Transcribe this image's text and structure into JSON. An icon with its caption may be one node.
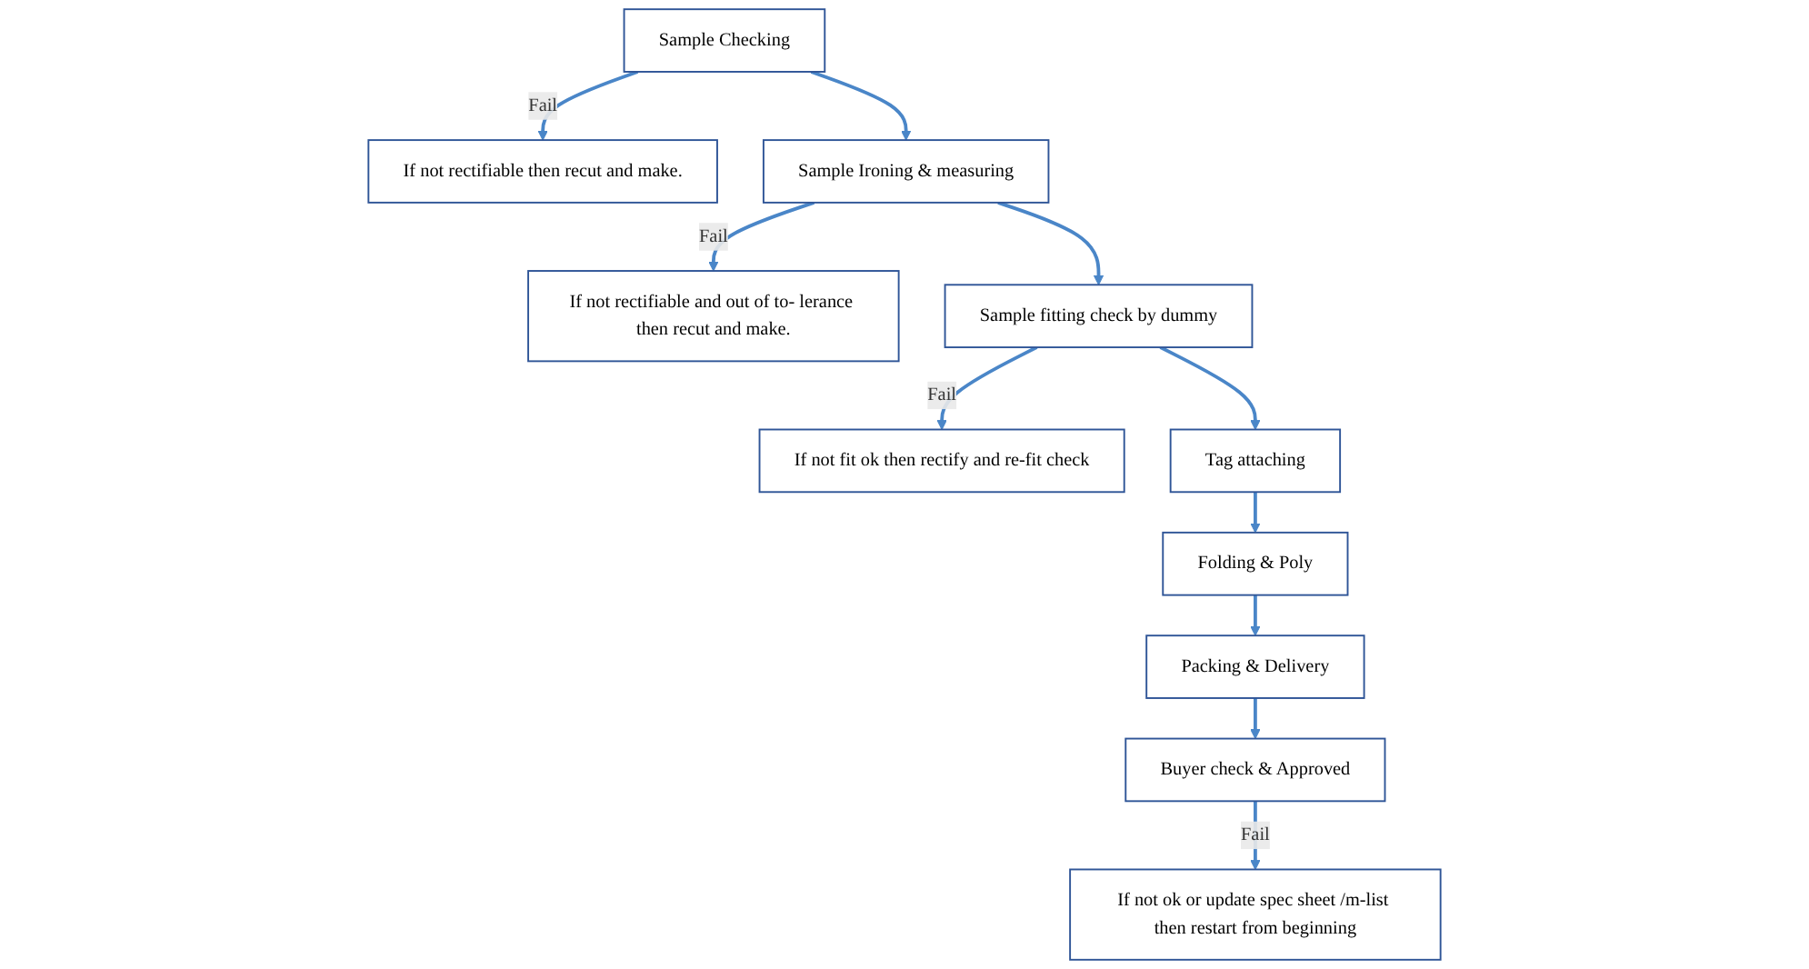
{
  "diagram": {
    "nodes": [
      {
        "text": [
          "Sample Checking"
        ]
      },
      {
        "text": [
          "If not rectifiable then recut and make."
        ]
      },
      {
        "text": [
          "Sample Ironing & measuring"
        ]
      },
      {
        "text": [
          "If not rectifiable and out of to- lerance then recut and make."
        ]
      },
      {
        "text": [
          "Sample fitting check by dummy"
        ]
      },
      {
        "text": [
          "If not fit ok then rectify and re-fit check"
        ]
      },
      {
        "text": [
          "Tag attaching"
        ]
      },
      {
        "text": [
          "Folding & Poly"
        ]
      },
      {
        "text": [
          "Packing & Delivery"
        ]
      },
      {
        "text": [
          "Buyer check & Approved"
        ]
      },
      {
        "text": [
          "If not ok or update spec sheet /m-list then restart from beginning"
        ]
      }
    ],
    "edges": [
      {
        "from": 0,
        "to": 1,
        "arrow": "to",
        "label": "Fail"
      },
      {
        "from": 0,
        "to": 2,
        "arrow": "to"
      },
      {
        "from": 2,
        "to": 3,
        "arrow": "to",
        "label": "Fail"
      },
      {
        "from": 2,
        "to": 4,
        "arrow": "to"
      },
      {
        "from": 4,
        "to": 5,
        "arrow": "to",
        "label": "Fail"
      },
      {
        "from": 4,
        "to": 6,
        "arrow": "to"
      },
      {
        "from": 6,
        "to": 7,
        "arrow": "to"
      },
      {
        "from": 7,
        "to": 8,
        "arrow": "to"
      },
      {
        "from": 8,
        "to": 9,
        "arrow": "to"
      },
      {
        "from": 9,
        "to": 10,
        "arrow": "to",
        "label": "Fail"
      }
    ]
  }
}
